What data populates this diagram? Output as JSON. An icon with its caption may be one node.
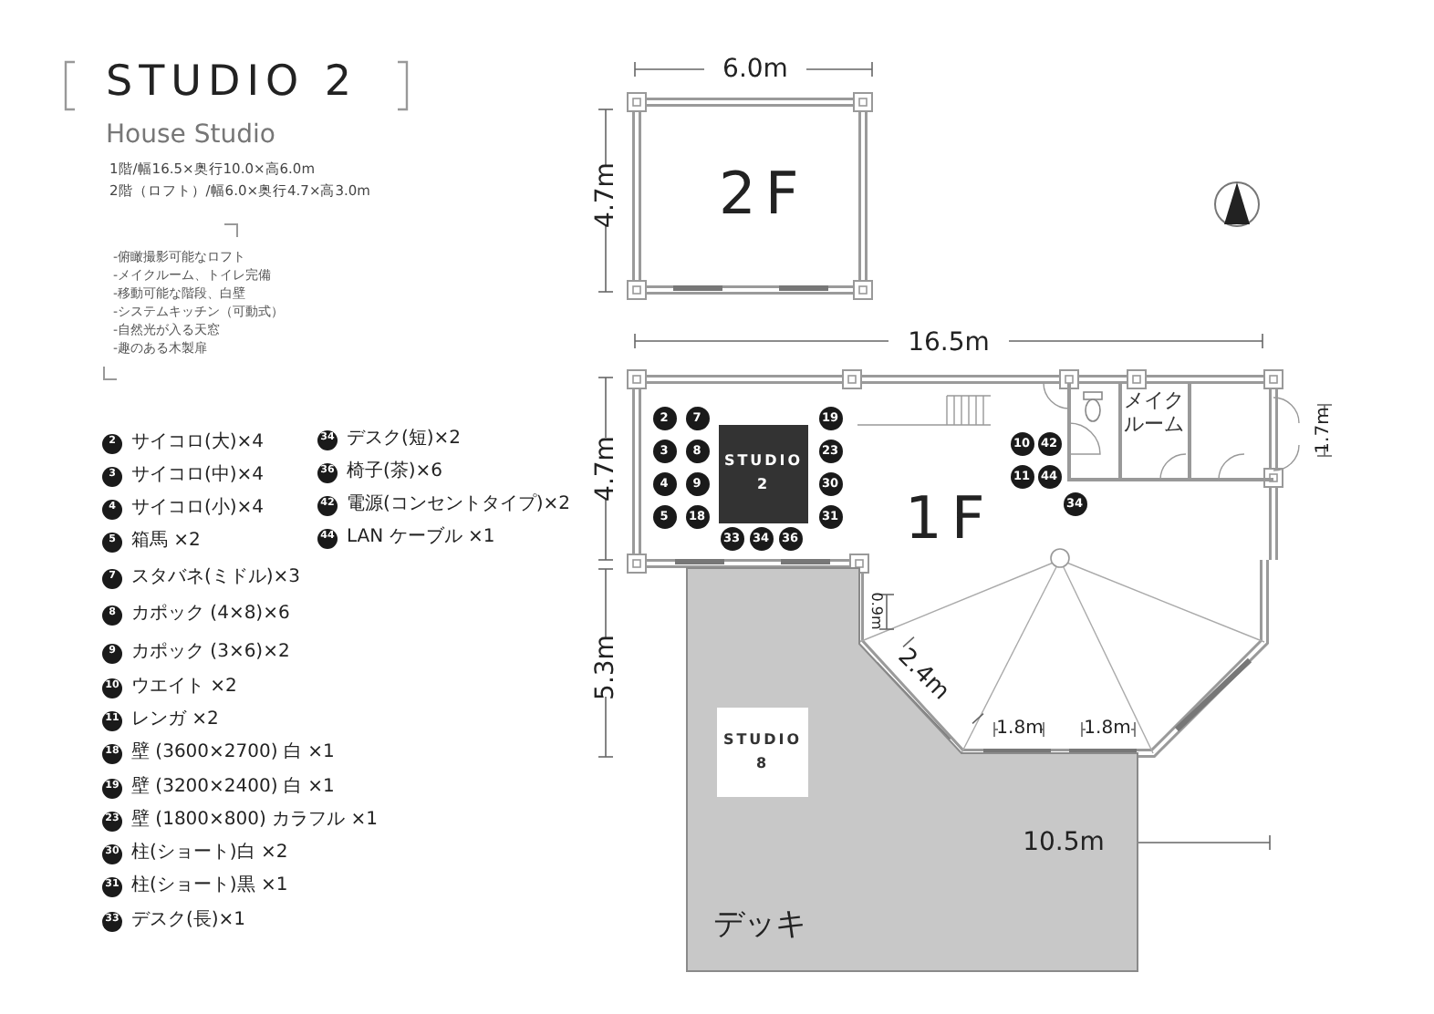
{
  "diagram": {
    "title": "STUDIO 2",
    "nodes": [
      {
        "text": [
          "2F"
        ]
      },
      {
        "text": [
          "1F"
        ]
      },
      {
        "text": [
          "STUDIO 2"
        ],
        "in": 1
      },
      {
        "text": [
          "2"
        ],
        "in": 1
      },
      {
        "text": [
          "7"
        ],
        "in": 1
      },
      {
        "text": [
          "19"
        ],
        "in": 1
      },
      {
        "text": [
          "3"
        ],
        "in": 1
      },
      {
        "text": [
          "8"
        ],
        "in": 1
      },
      {
        "text": [
          "23"
        ],
        "in": 1
      },
      {
        "text": [
          "4"
        ],
        "in": 1
      },
      {
        "text": [
          "9"
        ],
        "in": 1
      },
      {
        "text": [
          "30"
        ],
        "in": 1
      },
      {
        "text": [
          "5"
        ],
        "in": 1
      },
      {
        "text": [
          "18"
        ],
        "in": 1
      },
      {
        "text": [
          "31"
        ],
        "in": 1
      },
      {
        "text": [
          "33"
        ],
        "in": 1
      },
      {
        "text": [
          "34"
        ],
        "in": 1
      },
      {
        "text": [
          "36"
        ],
        "in": 1
      },
      {
        "text": [
          "10"
        ],
        "in": 1
      },
      {
        "text": [
          "42"
        ],
        "in": 1
      },
      {
        "text": [
          "11"
        ],
        "in": 1
      },
      {
        "text": [
          "44"
        ],
        "in": 1
      },
      {
        "text": [
          "34"
        ],
        "in": 1
      },
      {
        "text": [
          "メイクルーム"
        ],
        "in": 1
      },
      {
        "text": [
          "デッキ"
        ]
      },
      {
        "text": [
          "STUDIO 8"
        ],
        "in": 24
      },
      {
        "text": [
          "2"
        ],
        "beside": [
          "サイコロ(大)×4"
        ]
      },
      {
        "text": [
          "3"
        ],
        "beside": [
          "サイコロ(中)×4"
        ]
      },
      {
        "text": [
          "4"
        ],
        "beside": [
          "サイコロ(小)×4"
        ]
      },
      {
        "text": [
          "5"
        ],
        "beside": [
          "箱馬 ×2"
        ]
      },
      {
        "text": [
          "7"
        ],
        "beside": [
          "スタバネ(ミドル)×3"
        ]
      },
      {
        "text": [
          "8"
        ],
        "beside": [
          "カポック (4×8)×6"
        ]
      },
      {
        "text": [
          "9"
        ],
        "beside": [
          "カポック (3×6)×2"
        ]
      },
      {
        "text": [
          "10"
        ],
        "beside": [
          "ウエイト ×2"
        ]
      },
      {
        "text": [
          "11"
        ],
        "beside": [
          "レンガ ×2"
        ]
      },
      {
        "text": [
          "18"
        ],
        "beside": [
          "壁 (3600×2700) 白 ×1"
        ]
      },
      {
        "text": [
          "19"
        ],
        "beside": [
          "壁 (3200×2400) 白 ×1"
        ]
      },
      {
        "text": [
          "23"
        ],
        "beside": [
          "壁 (1800×800) カラフル ×1"
        ]
      },
      {
        "text": [
          "30"
        ],
        "beside": [
          "柱(ショート)白 ×2"
        ]
      },
      {
        "text": [
          "31"
        ],
        "beside": [
          "柱(ショート)黒 ×1"
        ]
      },
      {
        "text": [
          "33"
        ],
        "beside": [
          "デスク(長)×1"
        ]
      },
      {
        "text": [
          "34"
        ],
        "beside": [
          "デスク(短)×2"
        ]
      },
      {
        "text": [
          "36"
        ],
        "beside": [
          "椅子(茶)×6"
        ]
      },
      {
        "text": [
          "42"
        ],
        "beside": [
          "電源(コンセントタイプ)×2"
        ]
      },
      {
        "text": [
          "44"
        ],
        "beside": [
          "LAN ケーブル ×1"
        ]
      }
    ],
    "labels": [
      "House Studio",
      "1階/幅16.5×奥行10.0×高6.0m",
      "2階（ロフト）/幅6.0×奥行4.7×高3.0m",
      "-俯瞰撮影可能なロフト",
      "-メイクルーム、トイレ完備",
      "-移動可能な階段、白壁",
      "-システムキッチン（可動式）",
      "-自然光が入る天窓",
      "-趣のある木製扉",
      "6.0m",
      "4.7m",
      "16.5m",
      "4.7m",
      "1.7m",
      "0.9m",
      "5.3m",
      "2.4m",
      "1.8m",
      "1.8m",
      "10.5m"
    ]
  }
}
